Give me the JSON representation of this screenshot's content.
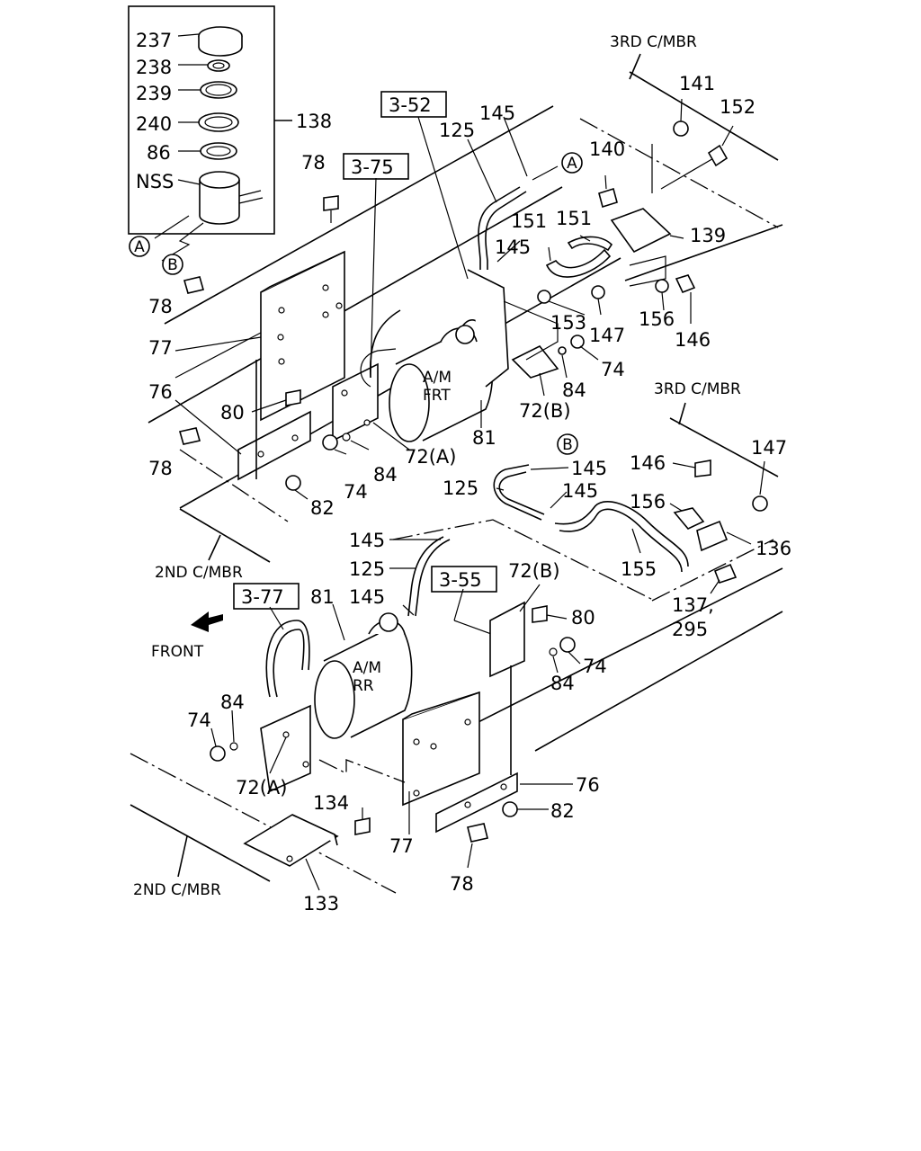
{
  "members": {
    "third_top": "3RD C/MBR",
    "third_mid": "3RD C/MBR",
    "second_mid": "2ND C/MBR",
    "second_bottom": "2ND C/MBR"
  },
  "tanks": {
    "front": {
      "line1": "A/M",
      "line2": "FRT"
    },
    "rear": {
      "line1": "A/M",
      "line2": "RR"
    }
  },
  "front_label": "FRONT",
  "refs": {
    "r352": "3-52",
    "r375": "3-75",
    "r377": "3-77",
    "r355": "3-55"
  },
  "markers": {
    "A": "A",
    "B": "B"
  },
  "inset": {
    "labels": [
      "237",
      "238",
      "239",
      "240",
      "86",
      "NSS"
    ],
    "group": "138"
  },
  "callouts": {
    "c78a": "78",
    "c78b": "78",
    "c78c": "78",
    "c78d": "78",
    "c77a": "77",
    "c77b": "77",
    "c76a": "76",
    "c76b": "76",
    "c80a": "80",
    "c80b": "80",
    "c82a": "82",
    "c82b": "82",
    "c74a": "74",
    "c74b": "74",
    "c74c": "74",
    "c74d": "74",
    "c84a": "84",
    "c84b": "84",
    "c84c": "84",
    "c84d": "84",
    "c81a": "81",
    "c81b": "81",
    "c72Aa": "72(A)",
    "c72Ab": "72(A)",
    "c72Ba": "72(B)",
    "c72Bb": "72(B)",
    "c125a": "125",
    "c125b": "125",
    "c125c": "125",
    "c145a": "145",
    "c145b": "145",
    "c145c": "145",
    "c145d": "145",
    "c145e": "145",
    "c145f": "145",
    "c151a": "151",
    "c151b": "151",
    "c153": "153",
    "c147a": "147",
    "c147b": "147",
    "c156a": "156",
    "c156b": "156",
    "c146a": "146",
    "c146b": "146",
    "c141": "141",
    "c152": "152",
    "c140": "140",
    "c139": "139",
    "c136": "136",
    "c137": "137,",
    "c295": "295",
    "c155": "155",
    "c134": "134",
    "c133": "133"
  }
}
